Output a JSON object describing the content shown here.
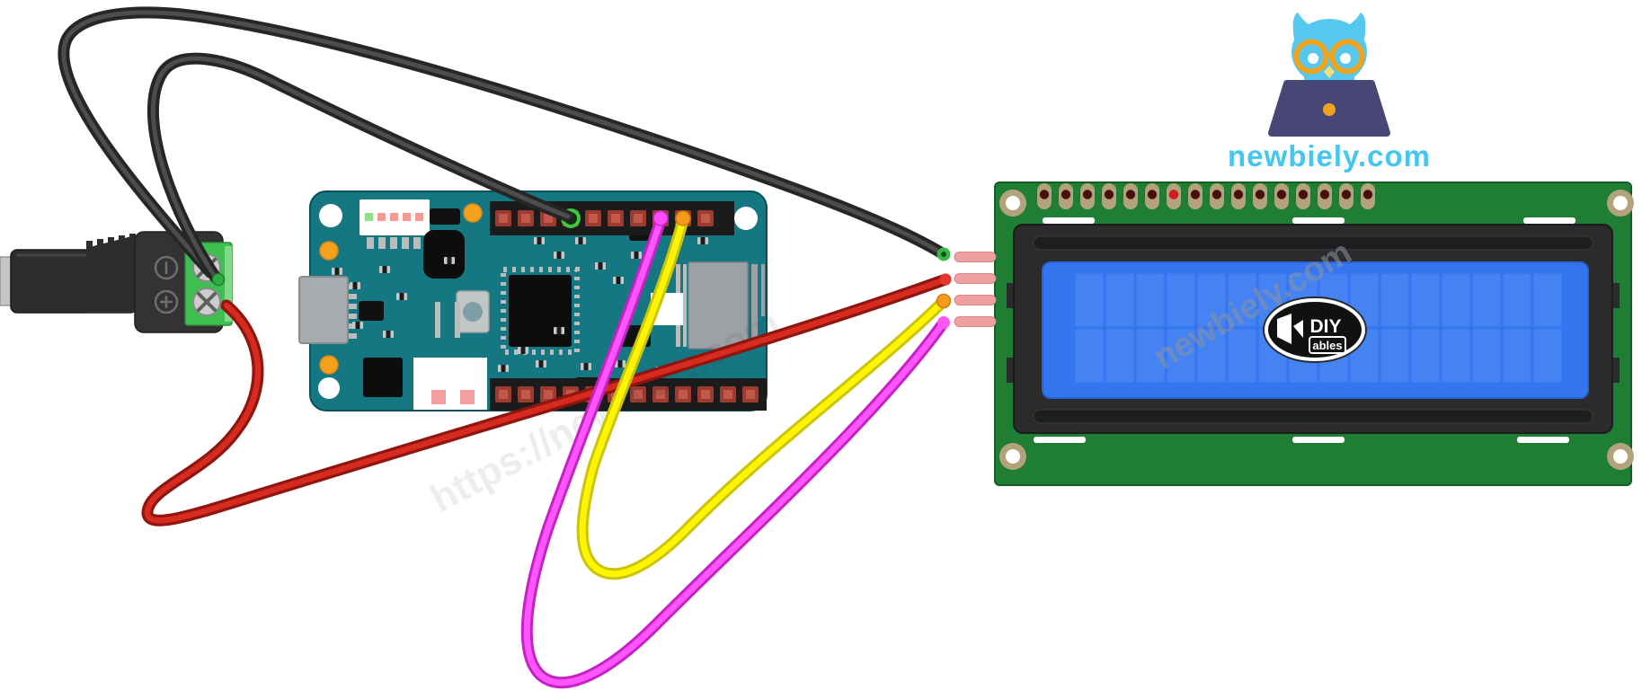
{
  "brand": {
    "site_text": "newbiely.com"
  },
  "watermarks": {
    "diagonal_url_text": "https://newbiely.com",
    "lcd_overlay_text": "newbiely.com"
  },
  "lcd_display": {
    "logo_main": "DIY",
    "logo_sub": "ables",
    "top_pin_holes": 16,
    "highlighted_hole_index": 7,
    "side_pins": 4,
    "char_columns": 16,
    "char_rows": 2,
    "pcb_color": "#1e7e34",
    "screen_color": "#3575ef",
    "cell_color": "#4583f2",
    "bezel_color": "#2b2b2e",
    "pad_ring_color": "#b2a37d",
    "side_pin_color": "#efa0a0"
  },
  "mkr_board": {
    "pcb_color": "#147781",
    "top_header_pads": 10,
    "bottom_header_pads": 12,
    "pad_color": "#9c3c31",
    "connected_top_pads": {
      "gnd_ring_index": 4,
      "scl_wire_index": 8,
      "sda_wire_index": 9
    },
    "led_colors": [
      "#8ee08a",
      "#f29a93",
      "#f29a93",
      "#f29a93",
      "#f29a93"
    ]
  },
  "dc_jack": {
    "body_color": "#2d2d2d",
    "terminal_color": "#3fbf51",
    "screw_count": 2,
    "top_marker": "circle-bar",
    "bottom_marker": "circle-plus"
  },
  "wires": [
    {
      "name": "black-wire-jack-to-lcd",
      "color": "#262626",
      "tip_color": "#35b945",
      "from": "dc-jack-top-terminal",
      "to": "lcd-side-pin-1"
    },
    {
      "name": "black-wire-jack-to-mkr",
      "color": "#262626",
      "tip_color": "#35b945",
      "from": "dc-jack-top-terminal",
      "to": "mkr-top-pad-4"
    },
    {
      "name": "red-wire-jack-to-lcd",
      "color": "#d62b1e",
      "tip_color": "#e8352c",
      "from": "dc-jack-bottom-terminal",
      "to": "lcd-side-pin-2"
    },
    {
      "name": "yellow-wire-mkr-to-lcd",
      "color": "#fff500",
      "tip_color": "#f59a1d",
      "from": "mkr-top-pad-9",
      "to": "lcd-side-pin-3"
    },
    {
      "name": "magenta-wire-mkr-to-lcd",
      "color": "#ff55ff",
      "tip_color": "#ff57f3",
      "from": "mkr-top-pad-8",
      "to": "lcd-side-pin-4"
    }
  ],
  "logo": {
    "owl_body_color": "#56c7ee",
    "glasses_color": "#f0a41d",
    "laptop_color": "#474677",
    "text_color": "#45c6f0"
  }
}
